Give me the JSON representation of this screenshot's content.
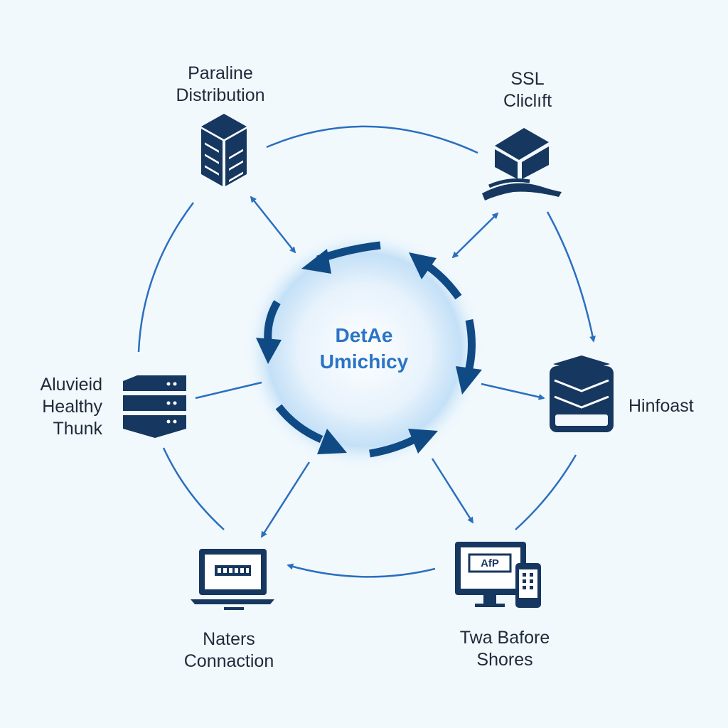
{
  "colors": {
    "background": "#f2f9fd",
    "node_dark": "#16375f",
    "connector_blue": "#2a6fbf",
    "center_arrow": "#0f4a85",
    "center_text": "#2a74c4",
    "label_text": "#1f2a3a"
  },
  "center": {
    "line1": "DetAe",
    "line2": "Umichicy"
  },
  "nodes": {
    "top_left": {
      "icon": "server-stack-icon",
      "line1": "Paraline",
      "line2": "Distribution"
    },
    "top_right": {
      "icon": "cube-icon",
      "line1": "SSL",
      "line2": "Cliclıft"
    },
    "left": {
      "icon": "server-rack-icon",
      "line1": "Aluvieid",
      "line2": "Healthy",
      "line3": "Thunk"
    },
    "right": {
      "icon": "database-box-icon",
      "line1": "Hinfoast"
    },
    "bottom_left": {
      "icon": "laptop-icon",
      "line1": "Naters",
      "line2": "Connaction"
    },
    "bottom_right": {
      "icon": "monitor-phone-icon",
      "screen_text": "AfP",
      "line1": "Twa Bafore",
      "line2": "Shores"
    }
  }
}
